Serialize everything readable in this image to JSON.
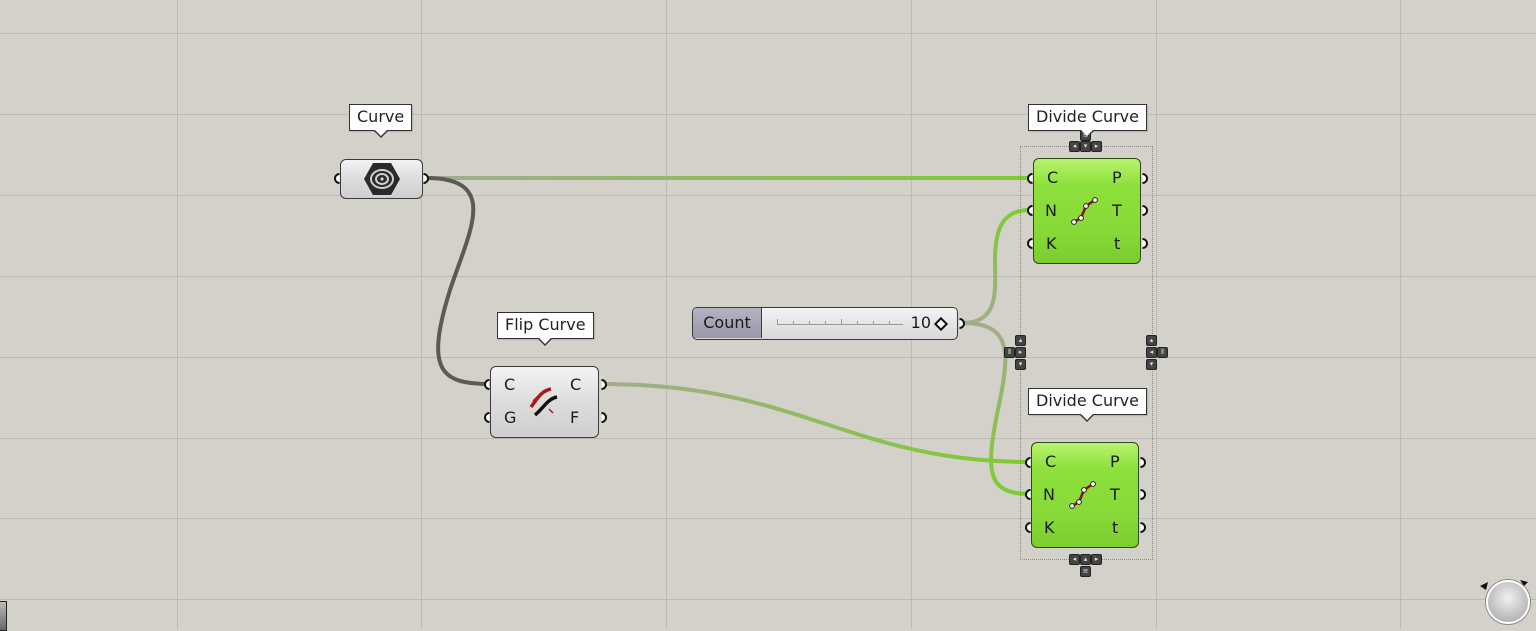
{
  "canvas": {
    "background": "#d4d0ca",
    "grid_color": "#bdb9b3",
    "vertical_gridlines_x": [
      177,
      421,
      666,
      911,
      1156,
      1400
    ],
    "horizontal_gridlines_y": [
      33,
      114,
      195,
      276,
      357,
      438,
      518,
      599
    ]
  },
  "components": {
    "curve_param": {
      "tooltip": "Curve",
      "icon": "curve-parameter-icon"
    },
    "flip_curve": {
      "tooltip": "Flip Curve",
      "inputs": [
        "C",
        "G"
      ],
      "outputs": [
        "C",
        "F"
      ],
      "icon": "flip-curve-icon"
    },
    "count_slider": {
      "name": "Count",
      "value": "10"
    },
    "divide_curve_1": {
      "tooltip": "Divide Curve",
      "inputs": [
        "C",
        "N",
        "K"
      ],
      "outputs": [
        "P",
        "T",
        "t"
      ],
      "icon": "divide-curve-icon"
    },
    "divide_curve_2": {
      "tooltip": "Divide Curve",
      "inputs": [
        "C",
        "N",
        "K"
      ],
      "outputs": [
        "P",
        "T",
        "t"
      ],
      "icon": "divide-curve-icon"
    }
  },
  "colors": {
    "wire_selected_green": "#7ccd2f",
    "wire_default": "#5a5a56",
    "component_green": "#8ee03c"
  }
}
